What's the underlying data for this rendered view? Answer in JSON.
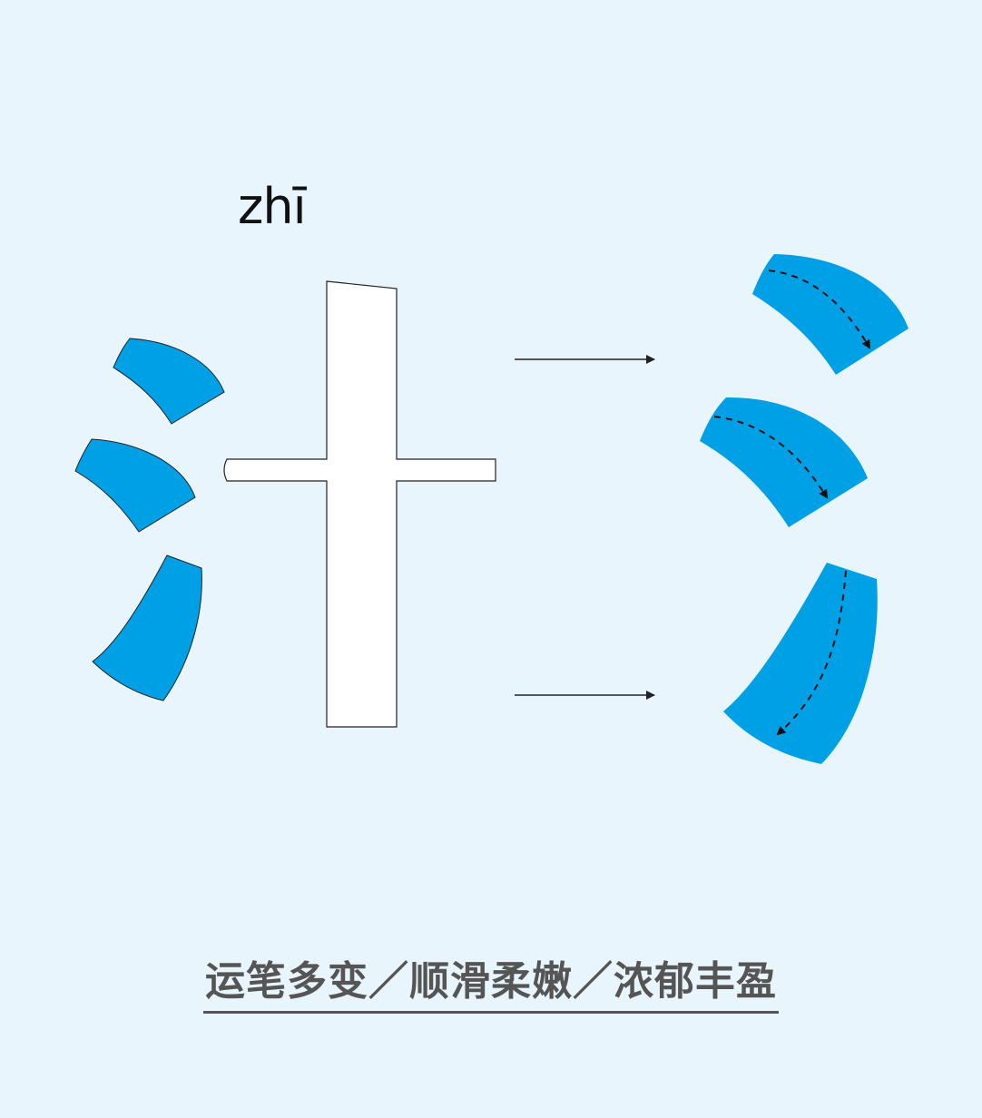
{
  "diagram": {
    "pinyin": "zhī",
    "caption": "运笔多变／顺滑柔嫩／浓郁丰盈",
    "colors": {
      "background": "#e9f5fd",
      "stroke_fill": "#00a0e6",
      "outline": "#222222",
      "caption": "#555555"
    },
    "parts": {
      "left_dots": 3,
      "right_dots": 3,
      "arrows": 2
    }
  }
}
